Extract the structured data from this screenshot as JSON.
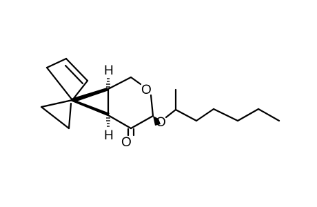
{
  "molecule": {
    "atom_labels": {
      "h_top": "H",
      "h_bottom": "H",
      "ring_oxygen": "O",
      "ether_oxygen": "O",
      "carbonyl_oxygen": "O"
    },
    "colors": {
      "bond": "#000000",
      "label": "#000000",
      "background": "#ffffff"
    }
  }
}
